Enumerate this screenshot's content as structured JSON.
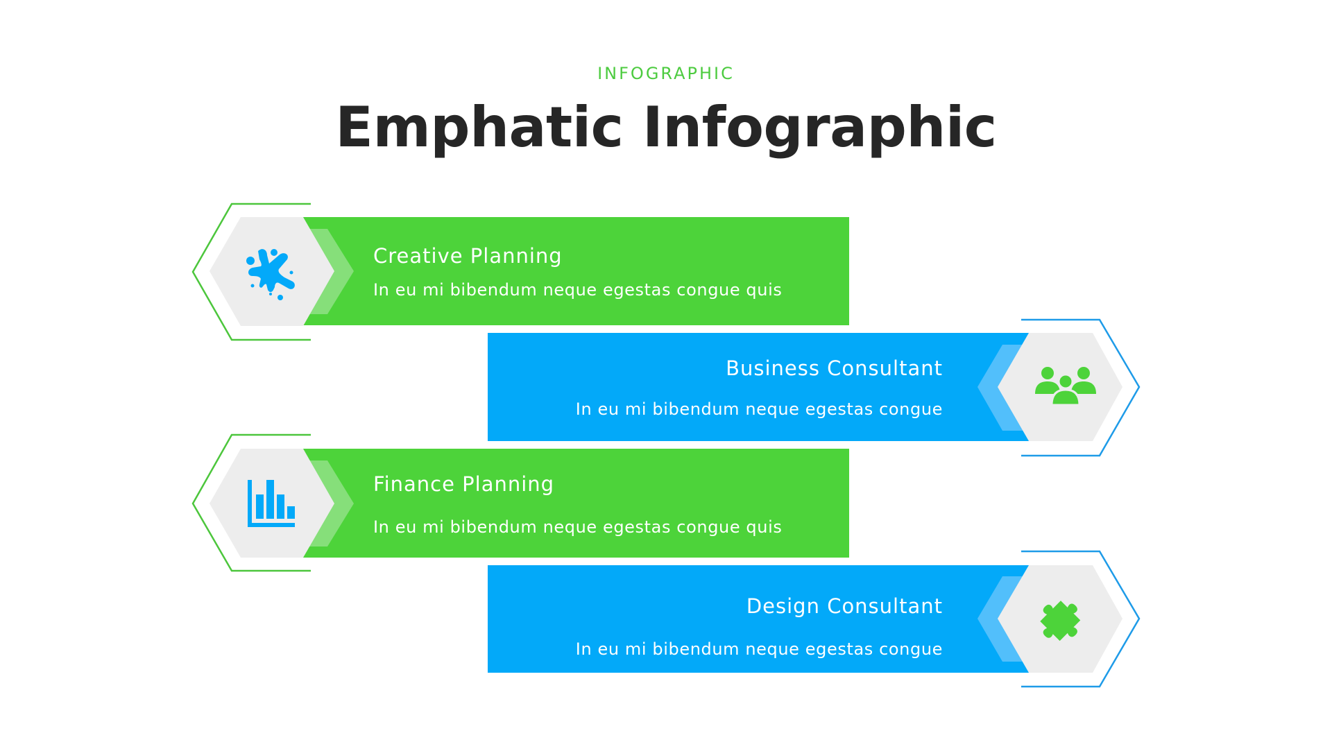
{
  "header": {
    "eyebrow": "INFOGRAPHIC",
    "title": "Emphatic Infographic"
  },
  "colors": {
    "green": "#4DD33A",
    "green_light": "#86DF7A",
    "green_outline": "#4CC63C",
    "blue": "#03A9F9",
    "blue_light": "#52BFFB",
    "blue_outline": "#1E9BE8",
    "hex_gray": "#EDEDED",
    "title_text": "#262626"
  },
  "items": [
    {
      "title": "Creative Planning",
      "description": "In eu mi bibendum neque egestas congue quis",
      "color": "green",
      "side": "left",
      "icon": "paint-splash-icon"
    },
    {
      "title": "Business Consultant",
      "description": "In eu mi bibendum neque egestas congue",
      "color": "blue",
      "side": "right",
      "icon": "team-people-icon"
    },
    {
      "title": "Finance Planning",
      "description": "In eu mi bibendum neque egestas congue quis",
      "color": "green",
      "side": "left",
      "icon": "bar-chart-icon"
    },
    {
      "title": "Design Consultant",
      "description": "In eu mi bibendum neque egestas congue",
      "color": "blue",
      "side": "right",
      "icon": "puzzle-piece-icon"
    }
  ]
}
